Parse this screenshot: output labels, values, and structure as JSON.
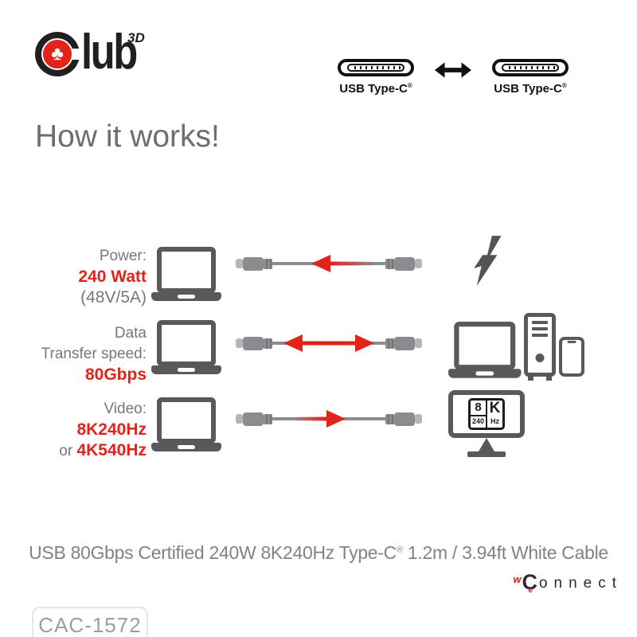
{
  "brand": {
    "name_rest": "lub",
    "sup": "3D",
    "club_symbol": "♣"
  },
  "usb_pair": {
    "left": {
      "label": "USB Type-C",
      "reg": "®"
    },
    "right": {
      "label": "USB Type-C",
      "reg": "®"
    }
  },
  "heading": "How it works!",
  "rows": [
    {
      "label_line1": "Power:",
      "value": "240 Watt",
      "label_line3": "(48V/5A)",
      "cable_direction": "left",
      "target_icon": "lightning-bolt"
    },
    {
      "label_line1": "Data",
      "label_line2": "Transfer speed:",
      "value": "80Gbps",
      "cable_direction": "both",
      "target_icon": "laptop-tower-phone"
    },
    {
      "label_line1": "Video:",
      "value": "8K240Hz",
      "value2_prefix": "or ",
      "value2": "4K540Hz",
      "cable_direction": "right",
      "target_icon": "8k-monitor"
    }
  ],
  "badge": {
    "top_left": "8",
    "bottom_left": "240",
    "top_right": "K",
    "bottom_right": "Hz"
  },
  "footer": {
    "title_pre": "USB 80Gbps Certified 240W 8K240Hz Type-C",
    "title_reg": "®",
    "title_post": " 1.2m / 3.94ft White Cable",
    "sku": "CAC-1572",
    "logo": {
      "w": "w",
      "e": "e",
      "rest": "onnect"
    }
  },
  "colors": {
    "red": "#e2231a",
    "icon_gray": "#58595b",
    "text_gray": "#77787b",
    "heading_gray": "#6d6e71",
    "footer_gray": "#808285",
    "black": "#231f20"
  }
}
